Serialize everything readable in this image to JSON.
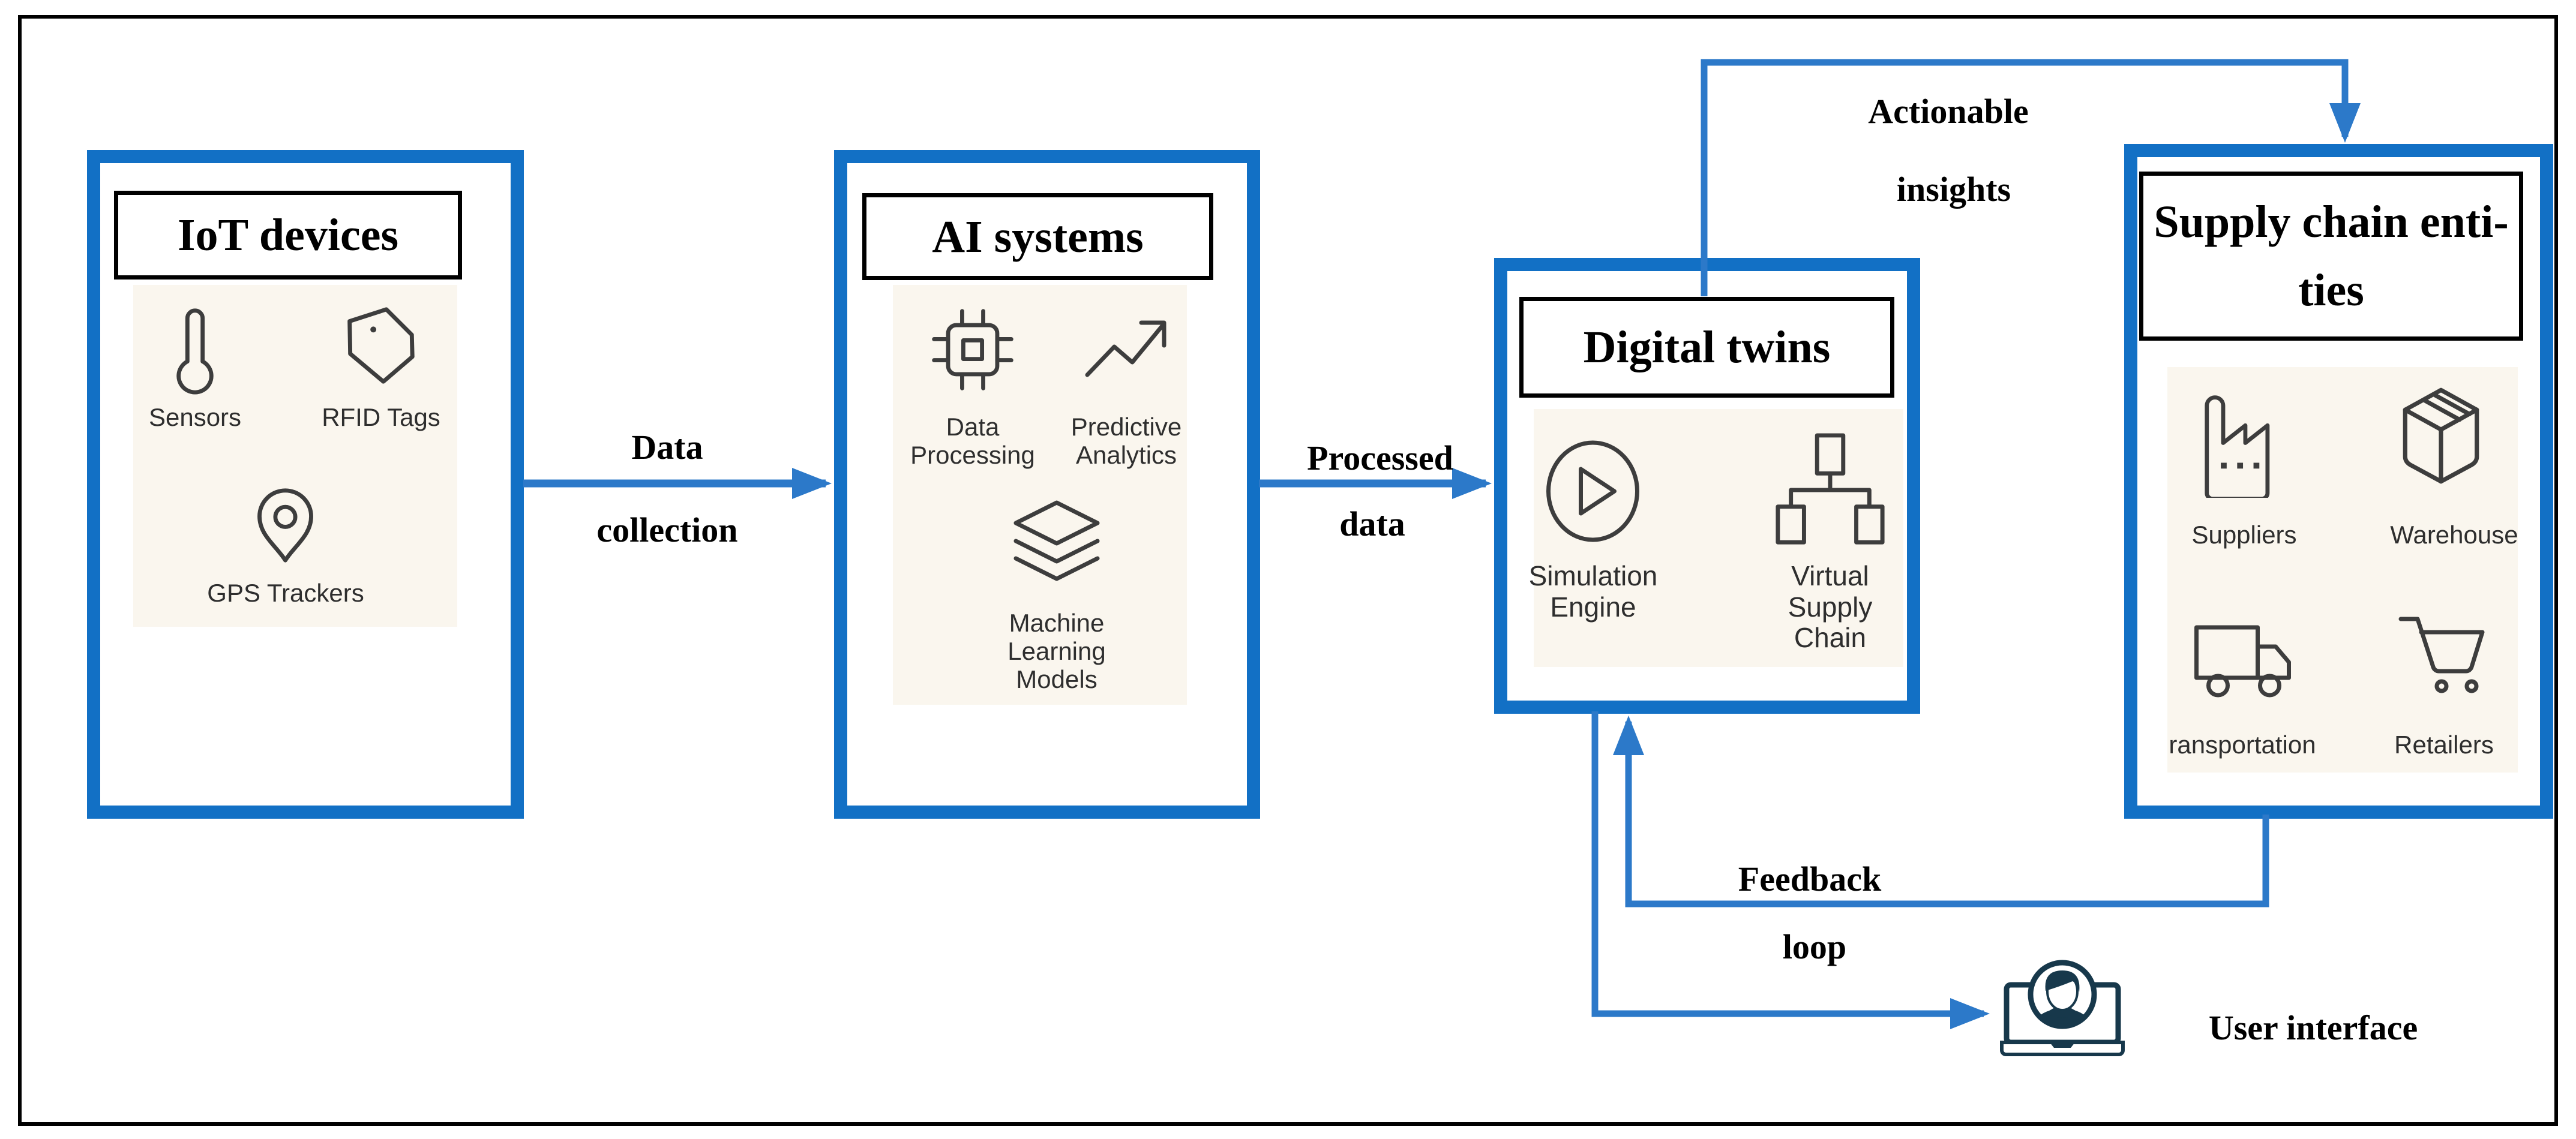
{
  "colors": {
    "box_border_blue": "#1270c5",
    "arrow_blue": "#2c79c9",
    "icon_panel_beige": "#faf6ee",
    "title_ink": "#000000",
    "caption_ink": "#2e2e2e",
    "laptop_navy": "#17384b"
  },
  "boxes": {
    "iot": {
      "title": "IoT devices",
      "items": [
        {
          "icon": "thermometer-icon",
          "label": "Sensors"
        },
        {
          "icon": "tag-icon",
          "label": "RFID Tags"
        },
        {
          "icon": "map-pin-icon",
          "label": "GPS Trackers"
        }
      ]
    },
    "ai": {
      "title": "AI systems",
      "items": [
        {
          "icon": "chip-icon",
          "label": "Data Processing"
        },
        {
          "icon": "trending-up-icon",
          "label": "Predictive Analytics"
        },
        {
          "icon": "layers-icon",
          "label": "Machine Learning Models"
        }
      ]
    },
    "digital_twins": {
      "title": "Digital twins",
      "items": [
        {
          "icon": "play-circle-icon",
          "label": "Simulation Engine"
        },
        {
          "icon": "hierarchy-icon",
          "label": "Virtual Supply Chain"
        }
      ]
    },
    "supply_chain": {
      "title_line1": "Supply chain enti-",
      "title_line2": "ties",
      "items": [
        {
          "icon": "factory-icon",
          "label": "Suppliers"
        },
        {
          "icon": "cube-icon",
          "label": "Warehouse"
        },
        {
          "icon": "truck-icon",
          "label": "ransportation"
        },
        {
          "icon": "cart-icon",
          "label": "Retailers"
        }
      ]
    }
  },
  "labels": {
    "data_collection": {
      "line1": "Data",
      "line2": "collection"
    },
    "processed_data": {
      "line1": "Processed",
      "line2": "data"
    },
    "actionable_insights": {
      "line1": "Actionable",
      "line2": "insights"
    },
    "feedback_loop": {
      "line1": "Feedback",
      "line2": "loop"
    },
    "user_interface": "User interface"
  }
}
